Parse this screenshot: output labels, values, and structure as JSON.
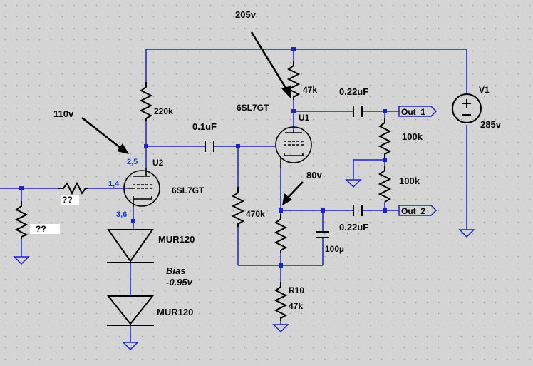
{
  "annotations": {
    "v_plate_u1": "205v",
    "v_plate_u2": "110v",
    "v_cathode_u1": "80v",
    "bias_label": "Bias",
    "bias_value": "-0.95v"
  },
  "components": {
    "r_plate_u2": "220k",
    "r_plate_u1": "47k",
    "c_couple": "0.1uF",
    "c_out1": "0.22uF",
    "c_out2": "0.22uF",
    "r_grid_u1": "470k",
    "r_out_top": "100k",
    "r_out_bot": "100k",
    "c_bypass": "100µ",
    "r10_name": "R10",
    "r10_value": "47k",
    "v1_name": "V1",
    "v1_value": "285v",
    "u1_name": "U1",
    "u1_type": "6SL7GT",
    "u2_name": "U2",
    "u2_type": "6SL7GT",
    "d1_name": "MUR120",
    "d2_name": "MUR120",
    "r_input_series": "??",
    "r_input_shunt": "??"
  },
  "pins": {
    "u2_plate": "2,5",
    "u2_grid": "1,4",
    "u2_cathode": "3,6"
  },
  "ports": {
    "out1": "Out_1",
    "out2": "Out_2"
  }
}
